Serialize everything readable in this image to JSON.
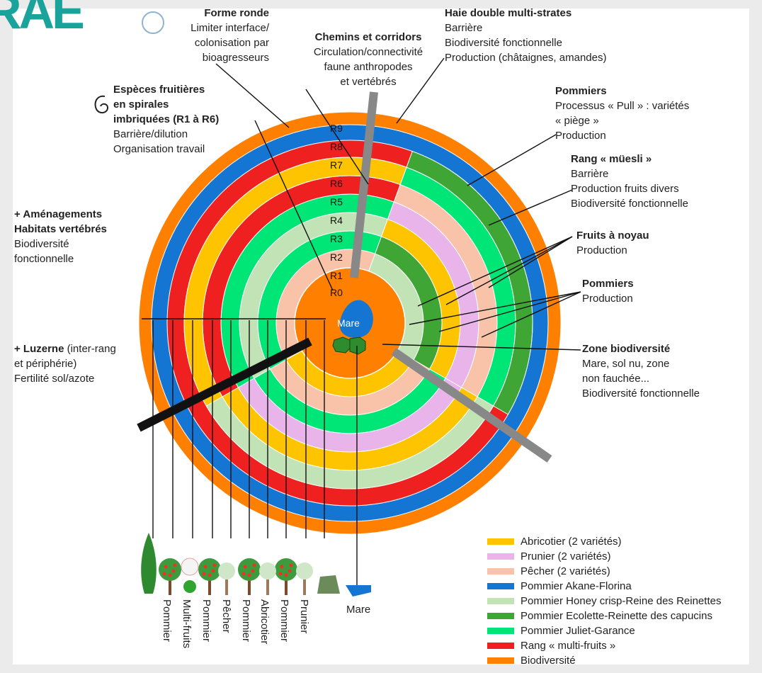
{
  "logo": {
    "text": "RAE"
  },
  "rings": [
    {
      "label": "R0",
      "color": "#ff7f00"
    },
    {
      "label": "R1",
      "color": "#3fa535"
    },
    {
      "label": "R2",
      "color": "#ffc400"
    },
    {
      "label": "R3",
      "color": "#c2e3b6"
    },
    {
      "label": "R4",
      "color": "#f8c3a8"
    },
    {
      "label": "R5",
      "color": "#00e676"
    },
    {
      "label": "R6",
      "color": "#e8b4ea"
    },
    {
      "label": "R7",
      "color": "#ee2020"
    },
    {
      "label": "R8",
      "color": "#1476d2"
    },
    {
      "label": "R9",
      "color": "#ff7f00"
    }
  ],
  "center": {
    "label": "Mare"
  },
  "annotations": {
    "forme_ronde": {
      "title": "Forme ronde",
      "lines": [
        "Limiter interface/",
        "colonisation par",
        "bioagresseurs"
      ]
    },
    "chemins": {
      "title": "Chemins et corridors",
      "lines": [
        "Circulation/connectivité",
        "faune anthropodes",
        "et vertébrés"
      ]
    },
    "haie": {
      "title": "Haie double multi-strates",
      "lines": [
        "Barrière",
        "Biodiversité fonctionnelle",
        "Production (châtaignes, amandes)"
      ]
    },
    "especes": {
      "title_lines": [
        "Espèces fruitières",
        "en spirales",
        "imbriquées (R1 à R6)"
      ],
      "lines": [
        "Barrière/dilution",
        "Organisation travail"
      ]
    },
    "pommiers_pull": {
      "title": "Pommiers",
      "lines": [
        "Processus « Pull » : variétés",
        "« piège »",
        "Production"
      ]
    },
    "muesli": {
      "title": "Rang « müesli »",
      "lines": [
        "Barrière",
        "Production fruits divers",
        "Biodiversité fonctionnelle"
      ]
    },
    "amenagements": {
      "title_lines": [
        "+ Aménagements",
        "Habitats vertébrés"
      ],
      "lines": [
        "Biodiversité",
        "fonctionnelle"
      ]
    },
    "fruits_noyau": {
      "title": "Fruits à noyau",
      "lines": [
        "Production"
      ]
    },
    "pommiers_prod": {
      "title": "Pommiers",
      "lines": [
        "Production"
      ]
    },
    "luzerne": {
      "title": "+ Luzerne",
      "title_suffix": " (inter-rang",
      "lines": [
        "et périphérie)",
        "Fertilité sol/azote"
      ]
    },
    "zone_bio": {
      "title": "Zone biodiversité",
      "lines": [
        "Mare, sol nu, zone",
        "non fauchée...",
        "Biodiversité fonctionnelle"
      ]
    }
  },
  "bottom_labels": [
    "Pommier",
    "Multi-fruits",
    "Pommier",
    "Pêcher",
    "Pommier",
    "Abricotier",
    "Pommier",
    "Prunier"
  ],
  "mare_label": "Mare",
  "legend": [
    {
      "label": "Abricotier (2 variétés)",
      "color": "#ffc400"
    },
    {
      "label": "Prunier (2 variétés)",
      "color": "#e8b4ea"
    },
    {
      "label": "Pêcher (2 variétés)",
      "color": "#f8c3a8"
    },
    {
      "label": "Pommier Akane-Florina",
      "color": "#1476d2"
    },
    {
      "label": "Pommier Honey crisp-Reine des Reinettes",
      "color": "#c2e3b6"
    },
    {
      "label": "Pommier Ecolette-Reinette des capucins",
      "color": "#3fa535"
    },
    {
      "label": "Pommier Juliet-Garance",
      "color": "#00e676"
    },
    {
      "label": "Rang « multi-fruits »",
      "color": "#ee2020"
    },
    {
      "label": "Biodiversité",
      "color": "#ff7f00"
    }
  ]
}
